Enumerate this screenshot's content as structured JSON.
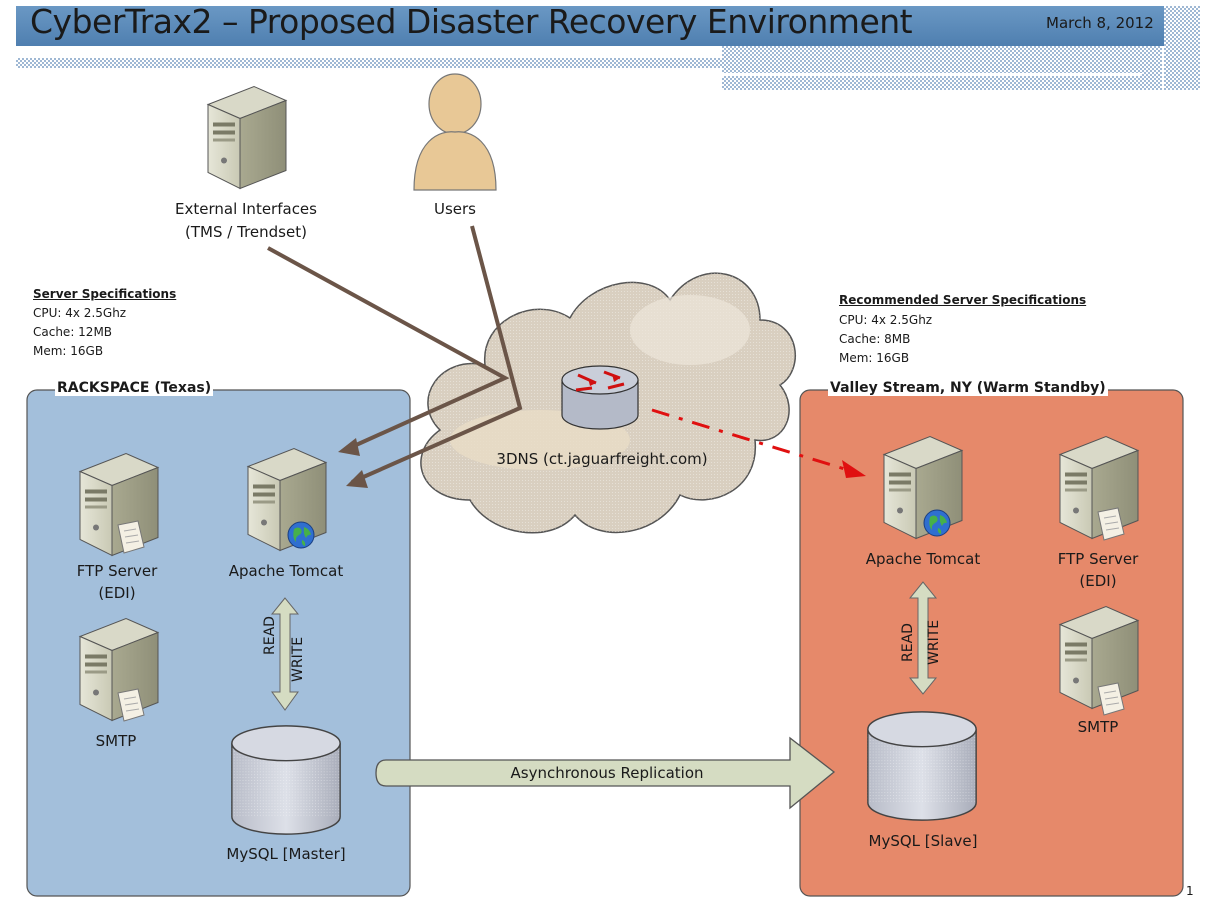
{
  "header": {
    "title": "CyberTrax2 – Proposed Disaster Recovery Environment",
    "date": "March 8, 2012"
  },
  "top_nodes": {
    "external_line1": "External Interfaces",
    "external_line2": "(TMS / Trendset)",
    "users": "Users"
  },
  "cloud": {
    "label": "3DNS (ct.jaguarfreight.com)"
  },
  "left_specs": {
    "heading": "Server Specifications",
    "cpu": "CPU: 4x 2.5Ghz",
    "cache": "Cache: 12MB",
    "mem": "Mem: 16GB"
  },
  "right_specs": {
    "heading": "Recommended Server Specifications",
    "cpu": "CPU: 4x 2.5Ghz",
    "cache": "Cache: 8MB",
    "mem": "Mem: 16GB"
  },
  "left_site": {
    "title": "RACKSPACE (Texas)",
    "ftp_line1": "FTP Server",
    "ftp_line2": "(EDI)",
    "tomcat": "Apache Tomcat",
    "smtp": "SMTP",
    "mysql": "MySQL [Master]",
    "read": "READ",
    "write": "WRITE"
  },
  "right_site": {
    "title": "Valley Stream, NY (Warm Standby)",
    "tomcat": "Apache Tomcat",
    "ftp_line1": "FTP Server",
    "ftp_line2": "(EDI)",
    "smtp": "SMTP",
    "mysql": "MySQL [Slave]",
    "read": "READ",
    "write": "WRITE"
  },
  "replication": {
    "label": "Asynchronous Replication"
  },
  "footer": {
    "page_fragment": "1"
  },
  "colors": {
    "header_blue": "#4f7fb0",
    "left_panel": "#a3bfdb",
    "right_panel": "#e6896a",
    "cloud": "#d8cfc0",
    "arrow_brown": "#6b5548",
    "failover_red": "#e01010",
    "replication_arrow": "#d5dcc2"
  }
}
